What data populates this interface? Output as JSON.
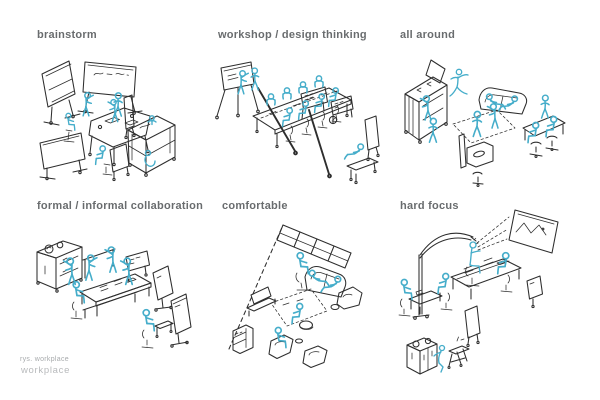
{
  "page": {
    "background": "#ffffff"
  },
  "colors": {
    "ink": "#2e2e2e",
    "accent_cyan": "#45adca",
    "title_gray": "#696c6e",
    "footer_small_gray": "#a7aaac",
    "footer_large_gray": "#b8babc"
  },
  "panels": [
    {
      "id": "brainstorm",
      "label": "brainstorm",
      "sketch_icon": "brainstorm-scene-sketch"
    },
    {
      "id": "workshop",
      "label": "workshop / design thinking",
      "sketch_icon": "workshop-scene-sketch"
    },
    {
      "id": "all-around",
      "label": "all around",
      "sketch_icon": "all-around-scene-sketch"
    },
    {
      "id": "formal-informal",
      "label": "formal / informal collaboration",
      "sketch_icon": "collaboration-scene-sketch"
    },
    {
      "id": "comfortable",
      "label": "comfortable",
      "sketch_icon": "comfortable-lounge-scene-sketch"
    },
    {
      "id": "hard-focus",
      "label": "hard focus",
      "sketch_icon": "hard-focus-scene-sketch"
    }
  ],
  "footer": {
    "caption": "rys. workplace",
    "wordmark": "workplace"
  }
}
